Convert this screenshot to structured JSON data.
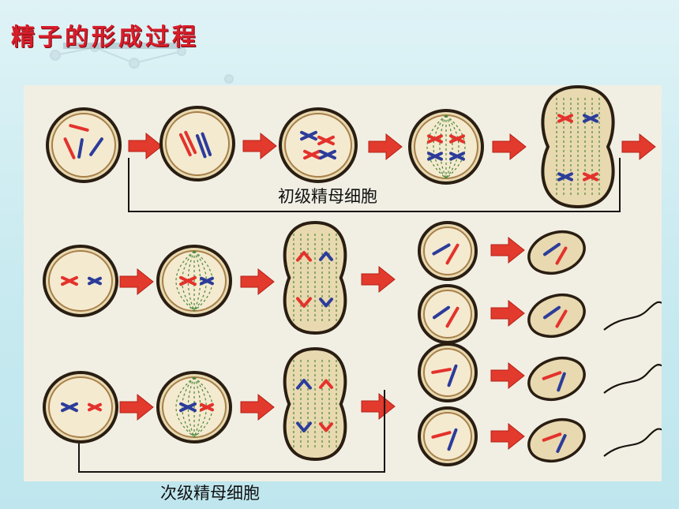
{
  "slide": {
    "title": "精子的形成过程",
    "label_primary_spermatocyte": "初级精母细胞",
    "label_secondary_spermatocyte": "次级精母细胞"
  },
  "colors": {
    "title": "#d81d2a",
    "background": "#c8eaf0",
    "plate": "#f1efe4",
    "arrow": "#e23a2c",
    "chromosome_red": "#e3322c",
    "chromosome_blue": "#2c3c9a",
    "cell_outline": "#2a1e12",
    "spindle": "#4a8a3a"
  }
}
